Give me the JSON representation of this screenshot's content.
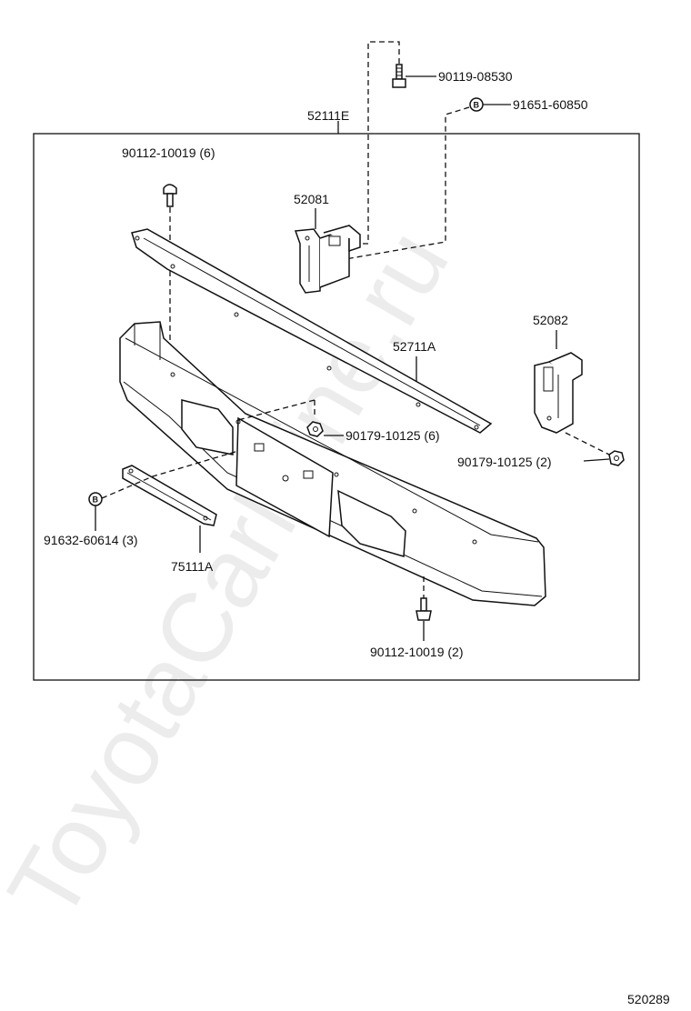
{
  "watermark": "ToyotaCarMine.ru",
  "diagram_id": "520289",
  "assembly": {
    "part_no": "52111E"
  },
  "marker_letter": "B",
  "callouts": [
    {
      "key": "bolt_top",
      "part_no": "90119-08530"
    },
    {
      "key": "clip_top",
      "part_no": "91651-60850"
    },
    {
      "key": "rivet_left",
      "part_no": "90112-10019 (6)"
    },
    {
      "key": "bracket_left",
      "part_no": "52081"
    },
    {
      "key": "bracket_right",
      "part_no": "52082"
    },
    {
      "key": "cover_upper",
      "part_no": "52711A"
    },
    {
      "key": "nut_center",
      "part_no": "90179-10125 (6)"
    },
    {
      "key": "nut_right",
      "part_no": "90179-10125 (2)"
    },
    {
      "key": "clip_left",
      "part_no": "91632-60614 (3)"
    },
    {
      "key": "plate_lower",
      "part_no": "75111A"
    },
    {
      "key": "rivet_bottom",
      "part_no": "90112-10019 (2)"
    }
  ]
}
